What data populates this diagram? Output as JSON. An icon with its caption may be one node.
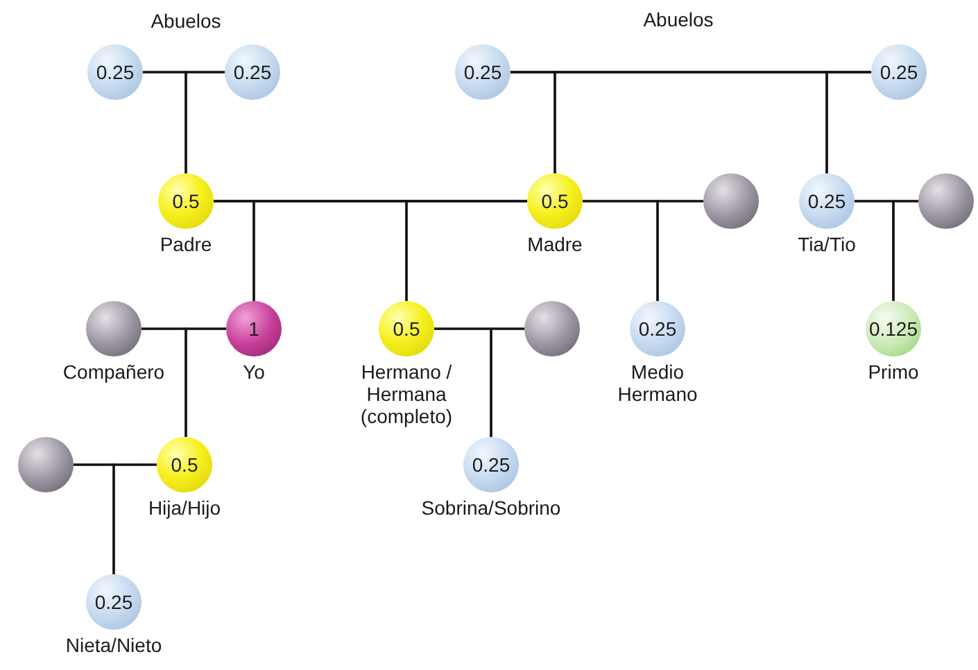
{
  "diagram": {
    "nodes": [
      {
        "text": [
          "0.25"
        ]
      },
      {
        "text": [
          "0.25"
        ]
      },
      {
        "text": [
          "0.25"
        ]
      },
      {
        "text": [
          "0.25"
        ]
      },
      {
        "text": [
          "0.5"
        ],
        "beside": [
          "Padre"
        ]
      },
      {
        "text": [
          "0.5"
        ],
        "beside": [
          "Madre"
        ]
      },
      {
        "text": [],
        "shape": "circle"
      },
      {
        "text": [
          "0.25"
        ],
        "beside": [
          "Tia/Tio"
        ]
      },
      {
        "text": [],
        "shape": "circle"
      },
      {
        "text": [],
        "shape": "circle",
        "beside": [
          "Compañero"
        ]
      },
      {
        "text": [
          "1"
        ],
        "beside": [
          "Yo"
        ]
      },
      {
        "text": [
          "0.5"
        ],
        "beside": [
          "Hermano / Hermana (completo)"
        ]
      },
      {
        "text": [],
        "shape": "circle"
      },
      {
        "text": [
          "0.25"
        ],
        "beside": [
          "Medio Hermano"
        ]
      },
      {
        "text": [
          "0.125"
        ],
        "beside": [
          "Primo"
        ]
      },
      {
        "text": [],
        "shape": "circle"
      },
      {
        "text": [
          "0.5"
        ],
        "beside": [
          "Hija/Hijo"
        ]
      },
      {
        "text": [
          "0.25"
        ],
        "beside": [
          "Sobrina/Sobrino"
        ]
      },
      {
        "text": [
          "0.25"
        ],
        "beside": [
          "Nieta/Nieto"
        ]
      }
    ],
    "edges": [
      {
        "from": 0,
        "to": 1,
        "arrow": "none"
      },
      {
        "from": 0,
        "to": 4,
        "arrow": "none"
      },
      {
        "from": 1,
        "to": 4,
        "arrow": "none"
      },
      {
        "from": 2,
        "to": 3,
        "arrow": "none"
      },
      {
        "from": 2,
        "to": 5,
        "arrow": "none"
      },
      {
        "from": 3,
        "to": 5,
        "arrow": "none"
      },
      {
        "from": 2,
        "to": 7,
        "arrow": "none"
      },
      {
        "from": 3,
        "to": 7,
        "arrow": "none"
      },
      {
        "from": 4,
        "to": 5,
        "arrow": "none"
      },
      {
        "from": 4,
        "to": 10,
        "arrow": "none"
      },
      {
        "from": 5,
        "to": 10,
        "arrow": "none"
      },
      {
        "from": 4,
        "to": 11,
        "arrow": "none"
      },
      {
        "from": 5,
        "to": 11,
        "arrow": "none"
      },
      {
        "from": 5,
        "to": 6,
        "arrow": "none"
      },
      {
        "from": 5,
        "to": 13,
        "arrow": "none"
      },
      {
        "from": 6,
        "to": 13,
        "arrow": "none"
      },
      {
        "from": 7,
        "to": 8,
        "arrow": "none"
      },
      {
        "from": 7,
        "to": 14,
        "arrow": "none"
      },
      {
        "from": 8,
        "to": 14,
        "arrow": "none"
      },
      {
        "from": 9,
        "to": 10,
        "arrow": "none"
      },
      {
        "from": 9,
        "to": 16,
        "arrow": "none"
      },
      {
        "from": 10,
        "to": 16,
        "arrow": "none"
      },
      {
        "from": 11,
        "to": 12,
        "arrow": "none"
      },
      {
        "from": 11,
        "to": 17,
        "arrow": "none"
      },
      {
        "from": 12,
        "to": 17,
        "arrow": "none"
      },
      {
        "from": 15,
        "to": 16,
        "arrow": "none"
      },
      {
        "from": 15,
        "to": 18,
        "arrow": "none"
      },
      {
        "from": 16,
        "to": 18,
        "arrow": "none"
      }
    ],
    "labels": [
      "Abuelos",
      "Abuelos"
    ]
  }
}
